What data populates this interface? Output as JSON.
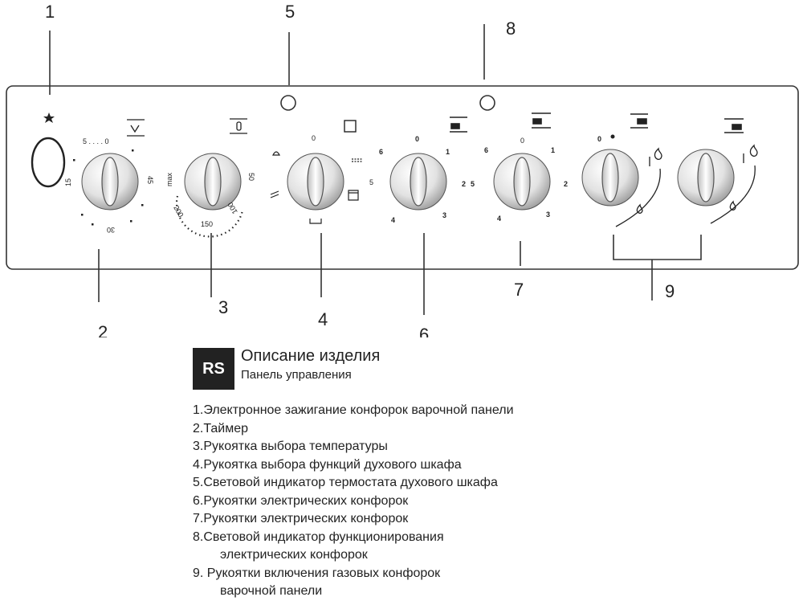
{
  "callouts": [
    "1",
    "2",
    "3",
    "4",
    "5",
    "6",
    "7",
    "8",
    "9"
  ],
  "dial_marks": {
    "timer": {
      "five_zero": "5 . . . . 0",
      "fifteen": "15",
      "forty_five": "45",
      "thirty": "30"
    },
    "temperature": {
      "max": "max",
      "fifty": "50",
      "two_hundred": "200",
      "one_fifty": "150",
      "hundred": "100"
    },
    "function": {
      "zero": "0"
    },
    "electric_left": {
      "zero": "0",
      "one": "1",
      "two": "2",
      "three": "3",
      "four": "4",
      "five": "5",
      "six": "6"
    },
    "electric_right": {
      "zero": "0",
      "one": "1",
      "two": "2",
      "three": "3",
      "four": "4",
      "five": "5",
      "six": "6"
    },
    "gas": {
      "zero": "0"
    }
  },
  "header": {
    "badge": "RS",
    "title": "Описание изделия",
    "subtitle": "Панель управления"
  },
  "legend": [
    {
      "line": "1.Электронное зажигание конфорок варочной панели",
      "cont": ""
    },
    {
      "line": "2.Таймер",
      "cont": ""
    },
    {
      "line": "3.Рукоятка выбора температуры",
      "cont": ""
    },
    {
      "line": "4.Рукоятка выбора функций духового шкафа",
      "cont": ""
    },
    {
      "line": "5.Световой индикатор термостата духового шкафа",
      "cont": ""
    },
    {
      "line": "6.Рукоятки электрических конфорок",
      "cont": ""
    },
    {
      "line": "7.Рукоятки электрических конфорок",
      "cont": ""
    },
    {
      "line": "8.Световой индикатор функционирования",
      "cont": "электрических конфорок"
    },
    {
      "line": "9. Рукоятки включения газовых конфорок",
      "cont": "варочной панели"
    }
  ],
  "icons": [
    "ignition-spark-icon",
    "timer-bell-icon",
    "thermometer-icon",
    "oven-function-icon",
    "hotplate-position-icon",
    "gas-flame-icon"
  ],
  "colors": {
    "panel_stroke": "#333333",
    "knob_fill": "#e6e6e6",
    "badge_bg": "#222222"
  }
}
